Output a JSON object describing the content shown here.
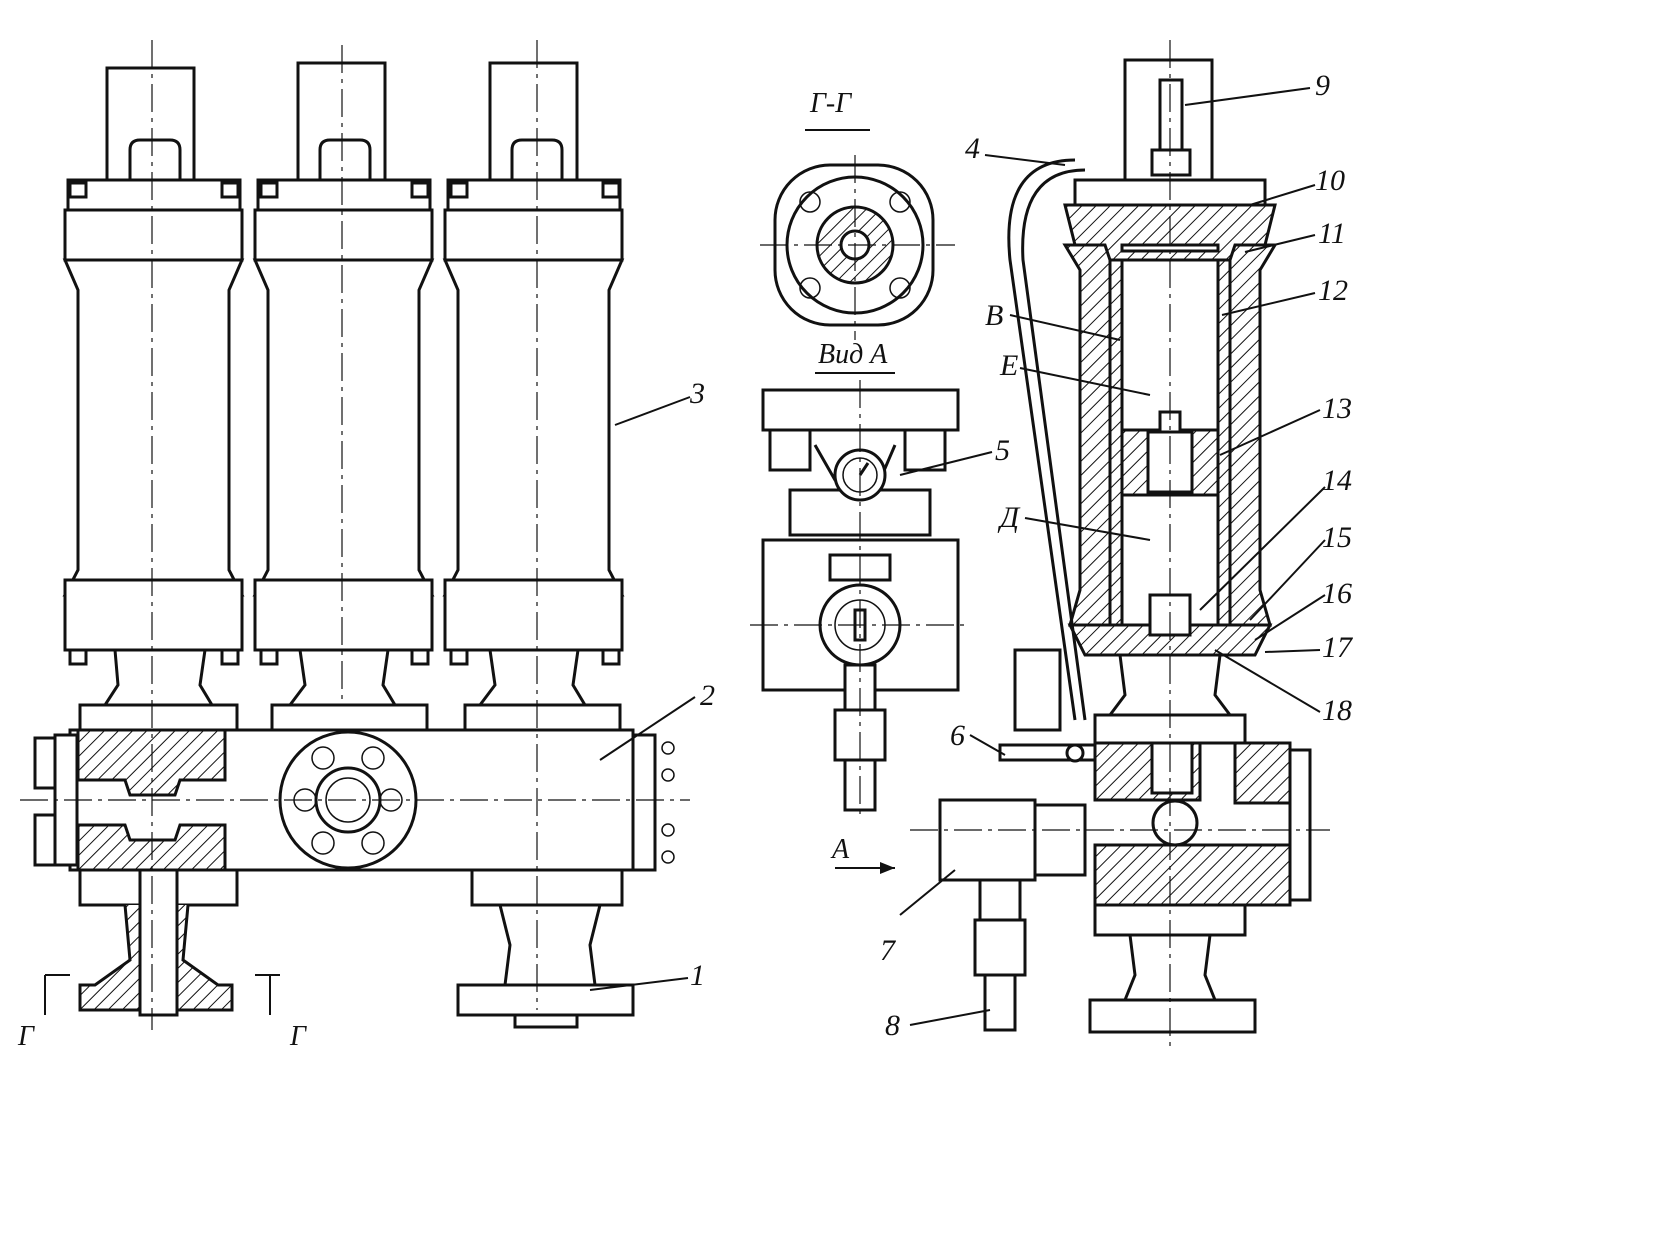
{
  "callouts": [
    "1",
    "2",
    "3",
    "4",
    "5",
    "6",
    "7",
    "8",
    "9",
    "10",
    "11",
    "12",
    "13",
    "14",
    "15",
    "16",
    "17",
    "18"
  ],
  "zone_labels": [
    "В",
    "Е",
    "Д"
  ],
  "section_labels": {
    "section": "Г-Г",
    "view": "Вид А",
    "arrow_a": "А",
    "cut_left": "Г",
    "cut_right": "Г"
  }
}
